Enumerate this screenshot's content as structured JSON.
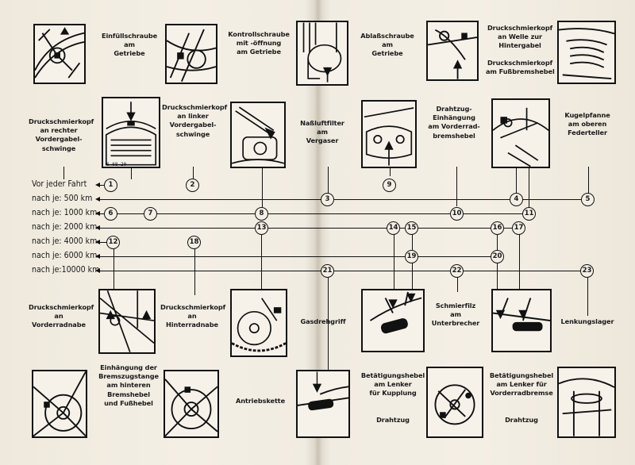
{
  "intervals": [
    "Vor jeder Fahrt",
    "nach je:  500 km",
    "nach je: 1000 km",
    "nach je: 2000 km",
    "nach je: 4000 km",
    "nach je: 6000 km",
    "nach je:10000 km"
  ],
  "labels": {
    "l1": [
      "Druckschmierkopf",
      "an rechter",
      "Vordergabel-",
      "schwinge"
    ],
    "l2": [
      "Einfüllschraube",
      "am",
      "Getriebe"
    ],
    "l3": [
      "Druckschmierkopf",
      "an linker",
      "Vordergabel-",
      "schwinge"
    ],
    "l4": [
      "Kontrollschraube",
      "mit -öffnung",
      "am Getriebe"
    ],
    "l5": [
      "Naßluftfilter",
      "am",
      "Vergaser"
    ],
    "l6": [
      "Ablaßschraube",
      "am",
      "Getriebe"
    ],
    "l7": [
      "Drahtzug-",
      "Einhängung",
      "am Vorderrad-",
      "bremshebel"
    ],
    "l8": [
      "Druckschmierkopf",
      "an Welle zur",
      "Hintergabel"
    ],
    "l9": [
      "Druckschmierkopf",
      "am Fußbremshebel"
    ],
    "l10": [
      "Kugelpfanne",
      "am oberen",
      "Federteller"
    ],
    "l11": [
      "Druckschmierkopf",
      "an",
      "Vorderradnabe"
    ],
    "l12": [
      "Einhängung der",
      "Bremszugstange",
      "am hinteren",
      "Bremshebel",
      "und Fußhebel"
    ],
    "l13": [
      "Druckschmierkopf",
      "an",
      "Hinterradnabe"
    ],
    "l14": [
      "Antriebskette"
    ],
    "l15": [
      "Gasdrehgriff"
    ],
    "l16": [
      "Betätigungshebel",
      "am Lenker",
      "für Kupplung"
    ],
    "l17": [
      "Drahtzug"
    ],
    "l18": [
      "Schmierfilz",
      "am",
      "Unterbrecher"
    ],
    "l19": [
      "Betätigungshebel",
      "am Lenker für",
      "Vorderradbremse"
    ],
    "l20": [
      "Drahtzug"
    ],
    "l21": [
      "Lenkungslager"
    ]
  },
  "markers": [
    "1",
    "2",
    "3",
    "9",
    "4",
    "5",
    "6",
    "7",
    "8",
    "10",
    "11",
    "13",
    "14",
    "15",
    "16",
    "17",
    "12",
    "18",
    "19",
    "20",
    "21",
    "22",
    "23"
  ],
  "stamp": "6-68 20"
}
